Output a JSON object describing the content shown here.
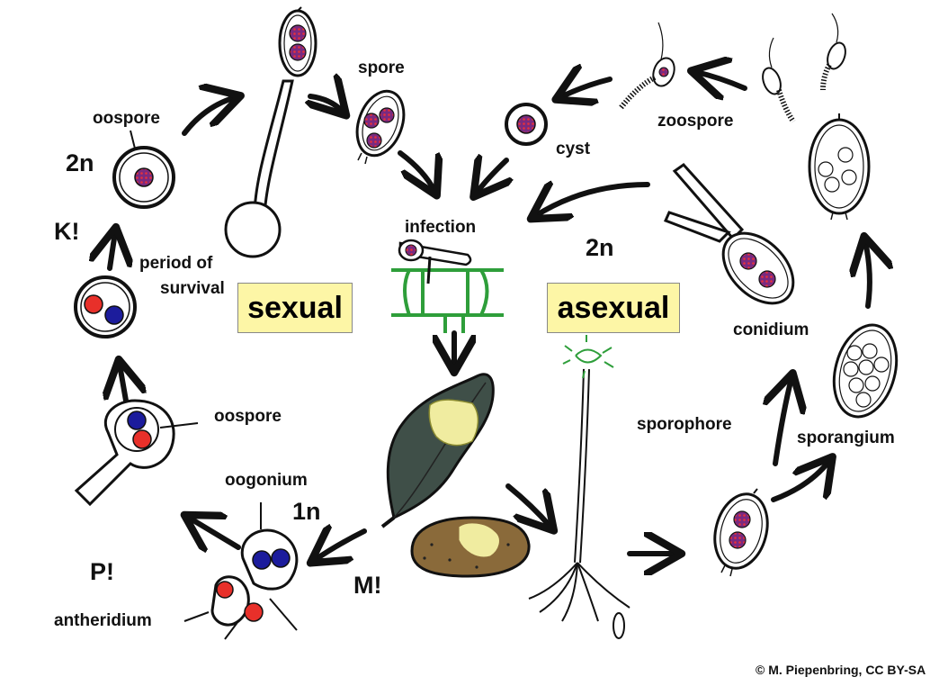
{
  "labels": {
    "oospore_top": "oospore",
    "ploidy_2n_left": "2n",
    "k_mark": "K!",
    "period_of_survival_line1": "period of",
    "period_of_survival_line2": "survival",
    "sexual": "sexual",
    "spore": "spore",
    "cyst": "cyst",
    "zoospore": "zoospore",
    "infection": "infection",
    "ploidy_2n_right": "2n",
    "asexual": "asexual",
    "conidium": "conidium",
    "sporophore": "sporophore",
    "sporangium": "sporangium",
    "oospore_mid": "oospore",
    "oogonium": "oogonium",
    "ploidy_1n": "1n",
    "p_mark": "P!",
    "m_mark": "M!",
    "antheridium": "antheridium",
    "copyright": "© M. Piepenbring, CC BY-SA"
  },
  "colors": {
    "nucleus_red": "#e8302a",
    "nucleus_blue": "#1c1c9c",
    "diploid_nucleus": "#8e2a6e",
    "diploid_dots": "#e03a3a",
    "plant_cell_wall": "#2e9e3a",
    "leaf_fill": "#3f4f48",
    "lesion_fill": "#f0eca0",
    "tuber_fill": "#8a6a3a",
    "label_box": "#fdf6a6"
  }
}
